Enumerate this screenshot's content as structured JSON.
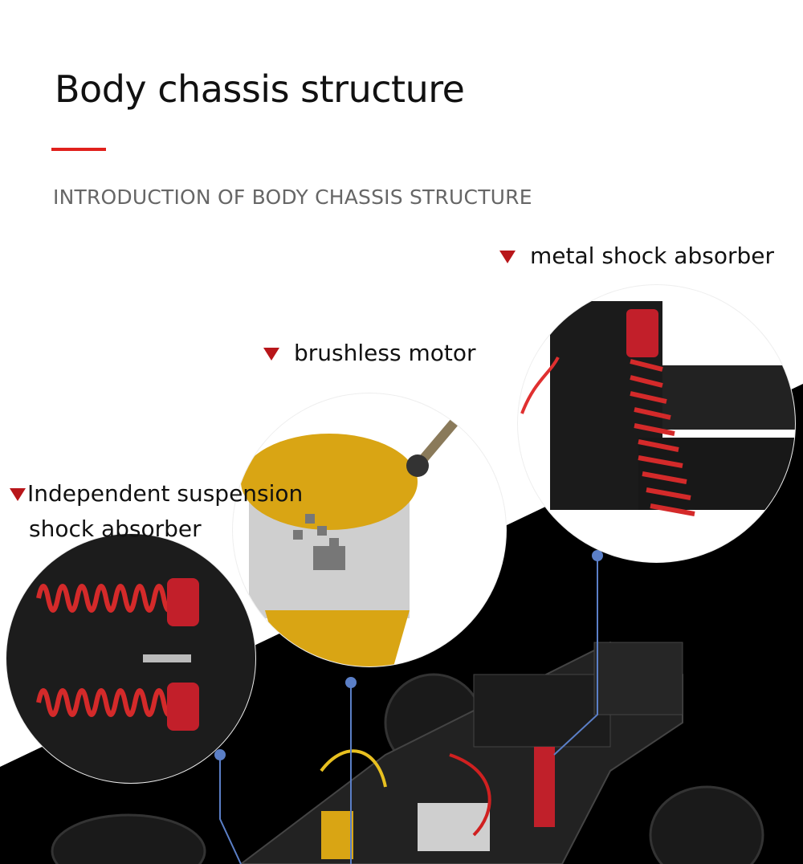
{
  "header": {
    "title": "Body chassis structure",
    "subtitle": "INTRODUCTION OF BODY CHASSIS STRUCTURE"
  },
  "callouts": {
    "metal_shock": "metal shock absorber",
    "motor": "brushless motor",
    "suspension_line1": "Independent suspension",
    "suspension_line2": "shock absorber"
  },
  "colors": {
    "accent": "#e0201c",
    "marker": "#b8161a",
    "connector": "#5b7fc7",
    "dark_bg": "#000000"
  }
}
